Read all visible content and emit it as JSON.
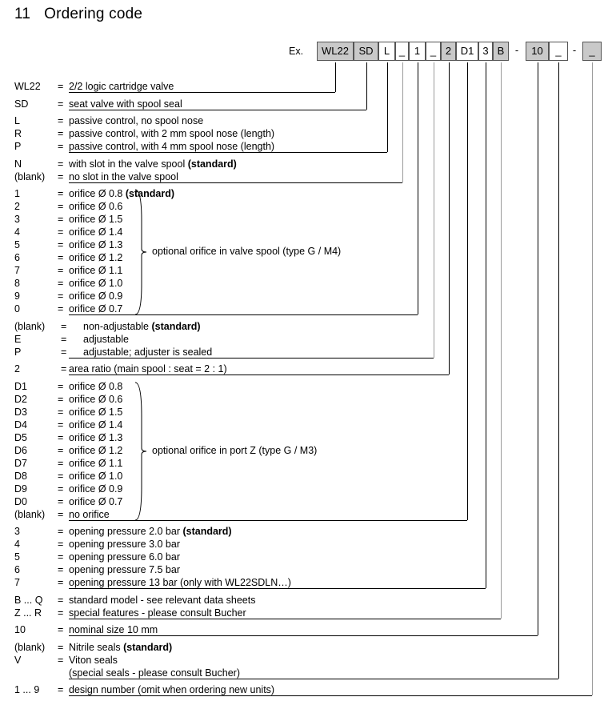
{
  "title": {
    "number": "11",
    "text": "Ordering code"
  },
  "example": {
    "label": "Ex.",
    "boxes": [
      {
        "value": "WL22",
        "shaded": true
      },
      {
        "value": "SD",
        "shaded": true
      },
      {
        "value": "L",
        "shaded": false
      },
      {
        "value": "_",
        "shaded": false
      },
      {
        "value": "1",
        "shaded": false
      },
      {
        "value": "_",
        "shaded": false
      },
      {
        "value": "2",
        "shaded": true
      },
      {
        "value": "D1",
        "shaded": false
      },
      {
        "value": "3",
        "shaded": false
      },
      {
        "value": "B",
        "shaded": true
      },
      {
        "value": "10",
        "shaded": true
      },
      {
        "value": "_",
        "shaded": false
      },
      {
        "value": "_",
        "shaded": true
      }
    ],
    "separators": [
      "-",
      "-"
    ]
  },
  "groups": [
    {
      "id": "model",
      "rows": [
        {
          "code": "WL22",
          "eq": "=",
          "text": "2/2 logic cartridge valve",
          "bold_tail": ""
        }
      ]
    },
    {
      "id": "valve-type",
      "rows": [
        {
          "code": "SD",
          "eq": "=",
          "text": "seat valve with spool seal",
          "bold_tail": ""
        }
      ]
    },
    {
      "id": "control",
      "rows": [
        {
          "code": "L",
          "eq": "=",
          "text": "passive control, no spool nose",
          "bold_tail": ""
        },
        {
          "code": "R",
          "eq": "=",
          "text": "passive control, with 2 mm spool nose (length)",
          "bold_tail": ""
        },
        {
          "code": "P",
          "eq": "=",
          "text": "passive control, with 4 mm spool nose (length)",
          "bold_tail": ""
        }
      ]
    },
    {
      "id": "slot",
      "rows": [
        {
          "code": "N",
          "eq": "=",
          "text": "with slot in the valve spool ",
          "bold_tail": "(standard)"
        },
        {
          "code": "(blank)",
          "eq": "=",
          "text": "no slot in the valve spool",
          "bold_tail": ""
        }
      ]
    },
    {
      "id": "spool-orifice",
      "annotation": "optional orifice in valve spool (type G / M4)",
      "rows": [
        {
          "code": "1",
          "eq": "=",
          "text": "orifice Ø 0.8 ",
          "bold_tail": "(standard)"
        },
        {
          "code": "2",
          "eq": "=",
          "text": "orifice Ø 0.6",
          "bold_tail": ""
        },
        {
          "code": "3",
          "eq": "=",
          "text": "orifice Ø 1.5",
          "bold_tail": ""
        },
        {
          "code": "4",
          "eq": "=",
          "text": "orifice Ø 1.4",
          "bold_tail": ""
        },
        {
          "code": "5",
          "eq": "=",
          "text": "orifice Ø 1.3",
          "bold_tail": ""
        },
        {
          "code": "6",
          "eq": "=",
          "text": "orifice Ø 1.2",
          "bold_tail": ""
        },
        {
          "code": "7",
          "eq": "=",
          "text": "orifice Ø 1.1",
          "bold_tail": ""
        },
        {
          "code": "8",
          "eq": "=",
          "text": "orifice Ø 1.0",
          "bold_tail": ""
        },
        {
          "code": "9",
          "eq": "=",
          "text": "orifice Ø 0.9",
          "bold_tail": ""
        },
        {
          "code": "0",
          "eq": "=",
          "text": "orifice Ø 0.7",
          "bold_tail": ""
        }
      ]
    },
    {
      "id": "adjustability",
      "rows": [
        {
          "code": "(blank)",
          "eq": "=",
          "text": "non-adjustable  ",
          "bold_tail": "(standard)"
        },
        {
          "code": "E",
          "eq": "=",
          "text": "adjustable",
          "bold_tail": ""
        },
        {
          "code": "P",
          "eq": "=",
          "text": "adjustable; adjuster is sealed",
          "bold_tail": ""
        }
      ]
    },
    {
      "id": "area-ratio",
      "rows": [
        {
          "code": "2",
          "eq": "=",
          "text": "area ratio (main spool : seat = 2 : 1)",
          "bold_tail": ""
        }
      ]
    },
    {
      "id": "port-z-orifice",
      "annotation": "optional orifice in port Z (type G / M3)",
      "rows": [
        {
          "code": "D1",
          "eq": "=",
          "text": "orifice Ø 0.8",
          "bold_tail": ""
        },
        {
          "code": "D2",
          "eq": "=",
          "text": "orifice Ø 0.6",
          "bold_tail": ""
        },
        {
          "code": "D3",
          "eq": "=",
          "text": "orifice Ø 1.5",
          "bold_tail": ""
        },
        {
          "code": "D4",
          "eq": "=",
          "text": "orifice Ø 1.4",
          "bold_tail": ""
        },
        {
          "code": "D5",
          "eq": "=",
          "text": "orifice Ø 1.3",
          "bold_tail": ""
        },
        {
          "code": "D6",
          "eq": "=",
          "text": "orifice Ø 1.2",
          "bold_tail": ""
        },
        {
          "code": "D7",
          "eq": "=",
          "text": "orifice Ø 1.1",
          "bold_tail": ""
        },
        {
          "code": "D8",
          "eq": "=",
          "text": "orifice Ø 1.0",
          "bold_tail": ""
        },
        {
          "code": "D9",
          "eq": "=",
          "text": "orifice Ø 0.9",
          "bold_tail": ""
        },
        {
          "code": "D0",
          "eq": "=",
          "text": "orifice Ø 0.7",
          "bold_tail": ""
        },
        {
          "code": "(blank)",
          "eq": "=",
          "text": "no orifice",
          "bold_tail": ""
        }
      ]
    },
    {
      "id": "opening-pressure",
      "rows": [
        {
          "code": "3",
          "eq": "=",
          "text": "opening pressure 2.0 bar ",
          "bold_tail": "(standard)"
        },
        {
          "code": "4",
          "eq": "=",
          "text": "opening pressure 3.0 bar",
          "bold_tail": ""
        },
        {
          "code": "5",
          "eq": "=",
          "text": "opening pressure 6.0 bar",
          "bold_tail": ""
        },
        {
          "code": "6",
          "eq": "=",
          "text": "opening pressure 7.5 bar",
          "bold_tail": ""
        },
        {
          "code": "7",
          "eq": "=",
          "text": "opening pressure 13 bar (only with WL22SDLN…)",
          "bold_tail": ""
        }
      ]
    },
    {
      "id": "model-variant",
      "rows": [
        {
          "code": "B ... Q",
          "eq": "=",
          "text": "standard model - see relevant data sheets",
          "bold_tail": ""
        },
        {
          "code": "Z ... R",
          "eq": "=",
          "text": "special features - please consult Bucher",
          "bold_tail": ""
        }
      ]
    },
    {
      "id": "nominal-size",
      "rows": [
        {
          "code": "10",
          "eq": "=",
          "text": "nominal size 10 mm",
          "bold_tail": ""
        }
      ]
    },
    {
      "id": "seals",
      "rows": [
        {
          "code": "(blank)",
          "eq": "=",
          "text": "Nitrile seals ",
          "bold_tail": "(standard)"
        },
        {
          "code": "V",
          "eq": "=",
          "text": "Viton seals",
          "bold_tail": ""
        },
        {
          "code": "",
          "eq": "",
          "text": "(special seals - please consult Bucher)",
          "bold_tail": ""
        }
      ]
    },
    {
      "id": "design-number",
      "rows": [
        {
          "code": "1 ... 9",
          "eq": "=",
          "text": "design number (omit when ordering new units)",
          "bold_tail": ""
        }
      ]
    }
  ]
}
